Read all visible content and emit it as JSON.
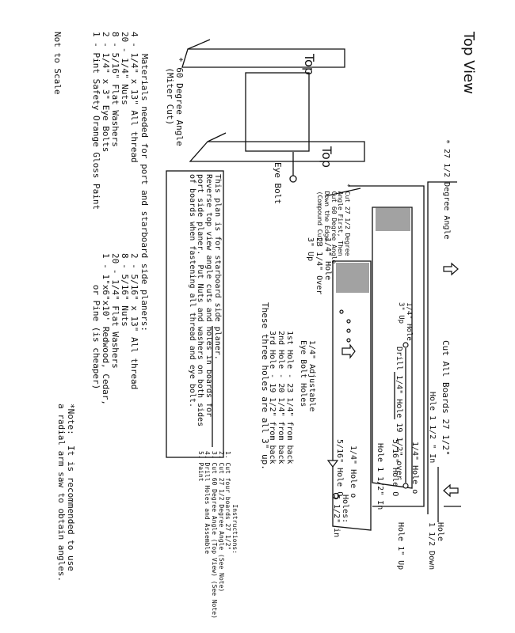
{
  "title": "Top View",
  "top_label": "Top",
  "eye_bolt_label": "Eye Bolt",
  "angle_60_note": "* 60 Degree Angle\n  (Miter Cut)",
  "angle_27_note": "* 27 1/2 Degree Angle",
  "cut_all_boards": "Cut All Boards 27 1/2\"",
  "hole_1_5_in": "Hole 1 1/2 \" In",
  "hole_1_5_down": "Hole\n1 1/2 Down",
  "hole_1_up": "Hole 1\" Up",
  "hole_1_5_in_lower": "Hole 1 1/2\" In",
  "hole_14_3up": "1/4\" Hole\n3\" Up",
  "drill_note": "Drill 1/4\" Hole 19 1/2\" over",
  "hole_14_right": "1/4\" Hole o",
  "hole_516_o": "5/16\" Hole O",
  "compound_cut_note": "* Cut 27 1/2 Degree\n  Angle First, Then\n  Cut 60 Degree Angle\n  Down the Edge\n  (Compound Cut)",
  "hole_23_note": "1/4\" Hole\n23 1/4\" Over\n3\" Up",
  "adjustable_title": "1/4\" Adjustable\nEye Bolt Holes",
  "adjustable_holes": "1st Hole - 23 1/4\" from back\n2nd Hole - 20 1/4\" from back\n3rd Hole - 19 1/2\" from back",
  "three_holes_note": "These three holes are all 3\" up.",
  "lower_14_hole": "1/4\" Hole  o",
  "lower_516_hole": "5/16\" Hole  O",
  "holes_note": "Holes:\n5 1/2\" in",
  "instructions": "              Instructions:\n1. Cut four boards 27 1/2\"\n2. Cut 27 1/2 Degree Angle (See Note)\n3. Cut 60 Degree Angle (Top View) (See Note)\n4. Drill Holes and Assemble\n5. Paint",
  "plan_note": "This plan is for starboard side planer.\nReverse top view angle cuts and holes in boards for\nport side planer.  Put Nuts and washers on both sides\nof boards when fastening all thread and eye bolt.",
  "materials_title": "Materials needed for port and starboard side planers:",
  "materials_left": "4 - 1/4\" x 13\" All thread\n20 - 1/4\" Nuts\n8 - 5/16\" Flat Washers\n2 - 1/4\" x 3\" Eye Bolts\n1 - Pint Safety Orange Gloss Paint",
  "materials_right": "2 - 5/16\" x 13\" All thread\n8 - 5/16\" Nuts\n20 - 1/4\" Flat Washers\n1 - 1\"x6\"x10' Redwood, Cedar,\n      or Pine (is cheaper)",
  "radial_note": "*Note:  It is recommended to use\na radial arm saw to obtain angles.",
  "not_to_scale": "Not to Scale"
}
